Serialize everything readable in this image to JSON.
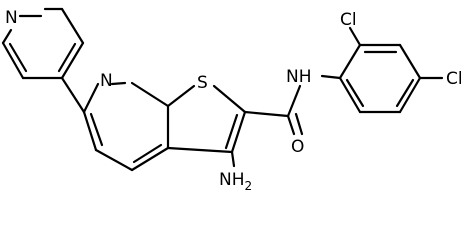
{
  "molecule": {
    "atom_labels": {
      "pyridine_n": "N",
      "ring_n": "N",
      "sulfur": "S",
      "amide_nh": "NH",
      "amide_o": "O",
      "amino": "NH2",
      "cl_ortho": "Cl",
      "cl_para": "Cl"
    }
  }
}
